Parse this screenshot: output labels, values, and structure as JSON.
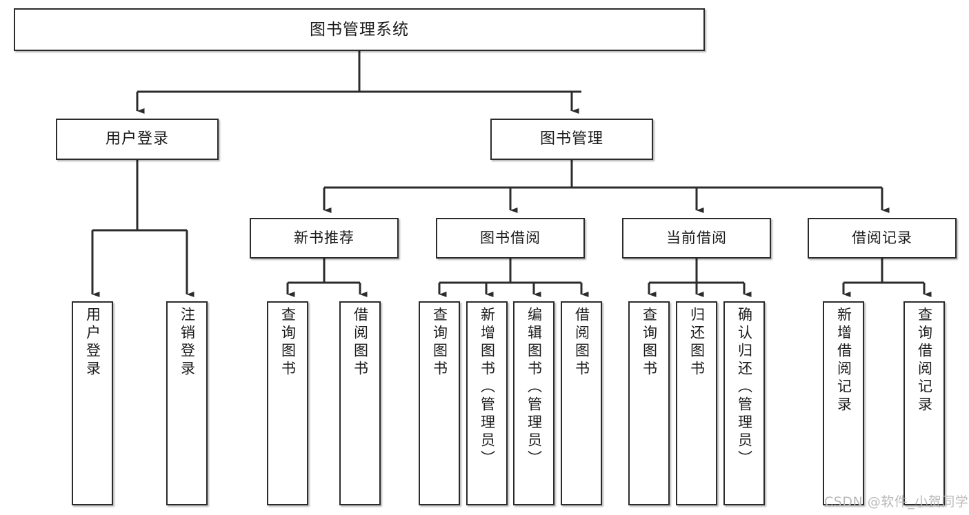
{
  "diagram": {
    "title": "图书管理系统",
    "type": "tree-hierarchy",
    "watermark": "CSDN @软件_小贺同学",
    "colors": {
      "background": "#ffffff",
      "box_border": "#2b2b2b",
      "box_fill": "#ffffff",
      "connector": "#2b2b2b",
      "text": "#1b1b1b",
      "watermark": "#b9b9b9"
    },
    "nodes": {
      "root": {
        "label": "图书管理系统"
      },
      "level2": [
        {
          "label": "用户登录"
        },
        {
          "label": "图书管理"
        }
      ],
      "level3": [
        {
          "label": "新书推荐"
        },
        {
          "label": "图书借阅"
        },
        {
          "label": "当前借阅"
        },
        {
          "label": "借阅记录"
        }
      ],
      "leaves": {
        "user_login": [
          {
            "label": "用户登录"
          },
          {
            "label": "注销登录"
          }
        ],
        "new_book_recommend": [
          {
            "label": "查询图书"
          },
          {
            "label": "借阅图书"
          }
        ],
        "book_borrow": [
          {
            "label": "查询图书"
          },
          {
            "label": "新增图书（管理员）"
          },
          {
            "label": "编辑图书（管理员）"
          },
          {
            "label": "借阅图书"
          }
        ],
        "current_borrow": [
          {
            "label": "查询图书"
          },
          {
            "label": "归还图书"
          },
          {
            "label": "确认归还（管理员）"
          }
        ],
        "borrow_record": [
          {
            "label": "新增借阅记录"
          },
          {
            "label": "查询借阅记录"
          }
        ]
      }
    }
  }
}
